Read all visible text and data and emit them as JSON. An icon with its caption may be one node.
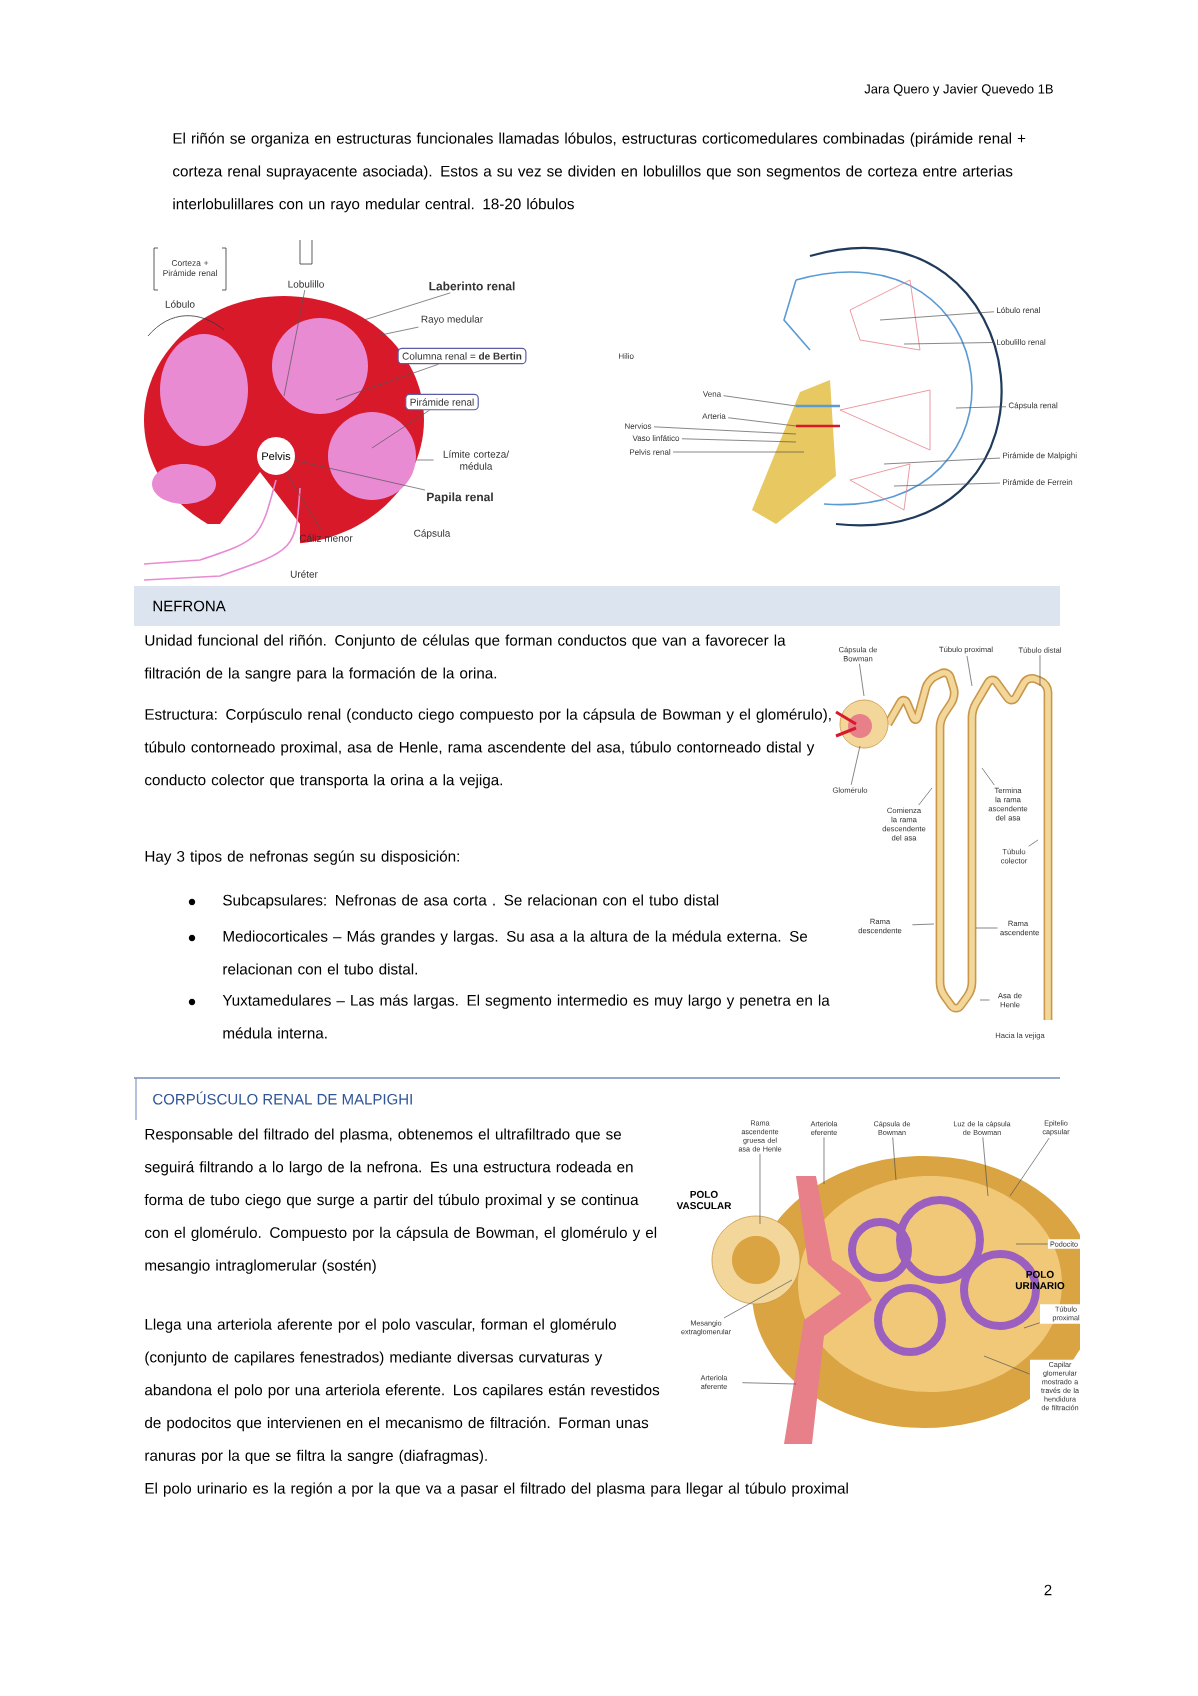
{
  "diagram": {
    "nodes": [
      {
        "text": [
          "Lobulillo"
        ]
      },
      {
        "text": [
          "Laberinto renal"
        ]
      },
      {
        "text": [
          "Rayo medular"
        ]
      },
      {
        "text": [
          "Columna renal = **de Bertin**"
        ]
      },
      {
        "text": [
          "Pirámide renal"
        ]
      },
      {
        "text": [
          "Límite corteza/ médula"
        ]
      },
      {
        "text": [
          "Papila renal"
        ]
      },
      {
        "text": [
          "Cáliz menor"
        ]
      },
      {
        "text": [
          "Vena"
        ]
      },
      {
        "text": [
          "Arteria"
        ]
      },
      {
        "text": [
          "Nervios"
        ]
      },
      {
        "text": [
          "Vaso linfático"
        ]
      },
      {
        "text": [
          "Pelvis renal"
        ]
      },
      {
        "text": [
          "Lóbulo renal"
        ]
      },
      {
        "text": [
          "Lobulillo renal"
        ]
      },
      {
        "text": [
          "Cápsula renal"
        ]
      },
      {
        "text": [
          "Pirámide de Malpighi"
        ]
      },
      {
        "text": [
          "Pirámide de Ferrein"
        ]
      },
      {
        "text": [
          "Cápsula de Bowman"
        ]
      },
      {
        "text": [
          "Túbulo proximal"
        ]
      },
      {
        "text": [
          "Túbulo distal"
        ]
      },
      {
        "text": [
          "Glomérulo"
        ]
      },
      {
        "text": [
          "Comienza la rama descendente del asa"
        ]
      },
      {
        "text": [
          "Termina la rama ascendente del asa"
        ]
      },
      {
        "text": [
          "Túbulo colector"
        ]
      },
      {
        "text": [
          "Rama descendente"
        ]
      },
      {
        "text": [
          "Rama ascendente"
        ]
      },
      {
        "text": [
          "Asa de Henle"
        ]
      },
      {
        "text": [
          "Rama ascendente gruesa del asa de Henle"
        ]
      },
      {
        "text": [
          "Arteriola eferente"
        ]
      },
      {
        "text": [
          "Cápsula de Bowman"
        ]
      },
      {
        "text": [
          "Luz de la cápsula de Bowman"
        ]
      },
      {
        "text": [
          "Epitelio capsular"
        ]
      },
      {
        "text": [
          "Podocito"
        ]
      },
      {
        "text": [
          "Túbulo proximal"
        ]
      },
      {
        "text": [
          "Capilar glomerular mostrado a través de la hendidura de filtración"
        ]
      },
      {
        "text": [
          "Mesangio extraglomerular"
        ]
      },
      {
        "text": [
          "Arteriola aferente"
        ]
      },
      {
        "text": [
          "Pelvis"
        ]
      }
    ],
    "edges": [
      {
        "from": 0,
        "to": null,
        "arrow": "none"
      },
      {
        "from": 1,
        "to": null,
        "arrow": "none"
      },
      {
        "from": 2,
        "to": null,
        "arrow": "none"
      },
      {
        "from": 3,
        "to": null,
        "arrow": "none"
      },
      {
        "from": 4,
        "to": null,
        "arrow": "none"
      },
      {
        "from": 5,
        "to": null,
        "arrow": "none"
      },
      {
        "from": 6,
        "to": 38,
        "arrow": "none"
      },
      {
        "from": 7,
        "to": 38,
        "arrow": "none"
      },
      {
        "from": 8,
        "to": null,
        "arrow": "none"
      },
      {
        "from": 9,
        "to": null,
        "arrow": "none"
      },
      {
        "from": 10,
        "to": null,
        "arrow": "none"
      },
      {
        "from": 11,
        "to": null,
        "arrow": "none"
      },
      {
        "from": 12,
        "to": null,
        "arrow": "none"
      },
      {
        "from": 13,
        "to": null,
        "arrow": "none"
      },
      {
        "from": 14,
        "to": null,
        "arrow": "none"
      },
      {
        "from": 15,
        "to": null,
        "arrow": "none"
      },
      {
        "from": 16,
        "to": null,
        "arrow": "none"
      },
      {
        "from": 17,
        "to": null,
        "arrow": "none"
      },
      {
        "from": 18,
        "to": null,
        "arrow": "none"
      },
      {
        "from": 19,
        "to": null,
        "arrow": "none"
      },
      {
        "from": 20,
        "to": null,
        "arrow": "none"
      },
      {
        "from": 21,
        "to": null,
        "arrow": "none"
      },
      {
        "from": 22,
        "to": null,
        "arrow": "none"
      },
      {
        "from": 23,
        "to": null,
        "arrow": "none"
      },
      {
        "from": 24,
        "to": null,
        "arrow": "none"
      },
      {
        "from": 25,
        "to": null,
        "arrow": "none"
      },
      {
        "from": 26,
        "to": null,
        "arrow": "none"
      },
      {
        "from": 27,
        "to": null,
        "arrow": "none"
      },
      {
        "from": 28,
        "to": null,
        "arrow": "none"
      },
      {
        "from": 29,
        "to": null,
        "arrow": "none"
      },
      {
        "from": 30,
        "to": null,
        "arrow": "none"
      },
      {
        "from": 31,
        "to": null,
        "arrow": "none"
      },
      {
        "from": 32,
        "to": null,
        "arrow": "none"
      },
      {
        "from": 33,
        "to": null,
        "arrow": "none"
      },
      {
        "from": 34,
        "to": null,
        "arrow": "none"
      },
      {
        "from": 35,
        "to": null,
        "arrow": "none"
      },
      {
        "from": 36,
        "to": null,
        "arrow": "none"
      },
      {
        "from": 37,
        "to": null,
        "arrow": "none"
      }
    ],
    "labels": [
      "Jara Quero y Javier Quevedo 1B",
      "El riñón se organiza en estructuras funcionales llamadas lóbulos, estructuras corticomedulares combinadas (pirámide renal + corteza renal suprayacente asociada). Estos a su vez se dividen en lobulillos que son segmentos de corteza entre arterias interlobulillares con un rayo medular central. 18-20 lóbulos",
      "Corteza + Pirámide renal",
      "Lóbulo",
      "Cápsula",
      "Uréter",
      "Hilio",
      "NEFRONA",
      "Unidad funcional del riñón. Conjunto de células que forman conductos que van a favorecer la filtración de la sangre para la formación de la orina.",
      "Estructura: Corpúsculo renal (conducto ciego compuesto por la cápsula de Bowman y el glomérulo), túbulo contorneado proximal, asa de Henle, rama ascendente del asa, túbulo contorneado distal y conducto colector que transporta la orina a la vejiga.",
      "Hay 3 tipos de nefronas según su disposición:",
      "Subcapsulares: Nefronas de asa corta . Se relacionan con el tubo distal",
      "Mediocorticales – Más grandes y largas. Su asa a la altura de la médula externa. Se relacionan con el tubo distal.",
      "Yuxtamedulares – Las más largas. El segmento intermedio es muy largo y penetra en la médula interna.",
      "Hacia la vejiga",
      "CORPÚSCULO RENAL DE MALPIGHI",
      "Responsable del filtrado del plasma, obtenemos el ultrafiltrado que se seguirá filtrando a lo largo de la nefrona. Es una estructura rodeada en forma de tubo ciego que surge a partir del túbulo proximal y se continua con el glomérulo. Compuesto por la cápsula de Bowman, el glomérulo y el mesangio intraglomerular (sostén)",
      "POLO VASCULAR",
      "POLO URINARIO",
      "Llega una arteriola aferente por el polo vascular, forman el glomérulo (conjunto de capilares fenestrados) mediante diversas curvaturas y abandona el polo por una arteriola eferente. Los capilares están revestidos de podocitos que intervienen en el mecanismo de filtración. Forman unas ranuras por la que se filtra la sangre (diafragmas).",
      "El polo urinario es la región a por la que va a pasar el filtrado del plasma para llegar al túbulo proximal",
      "2"
    ]
  }
}
